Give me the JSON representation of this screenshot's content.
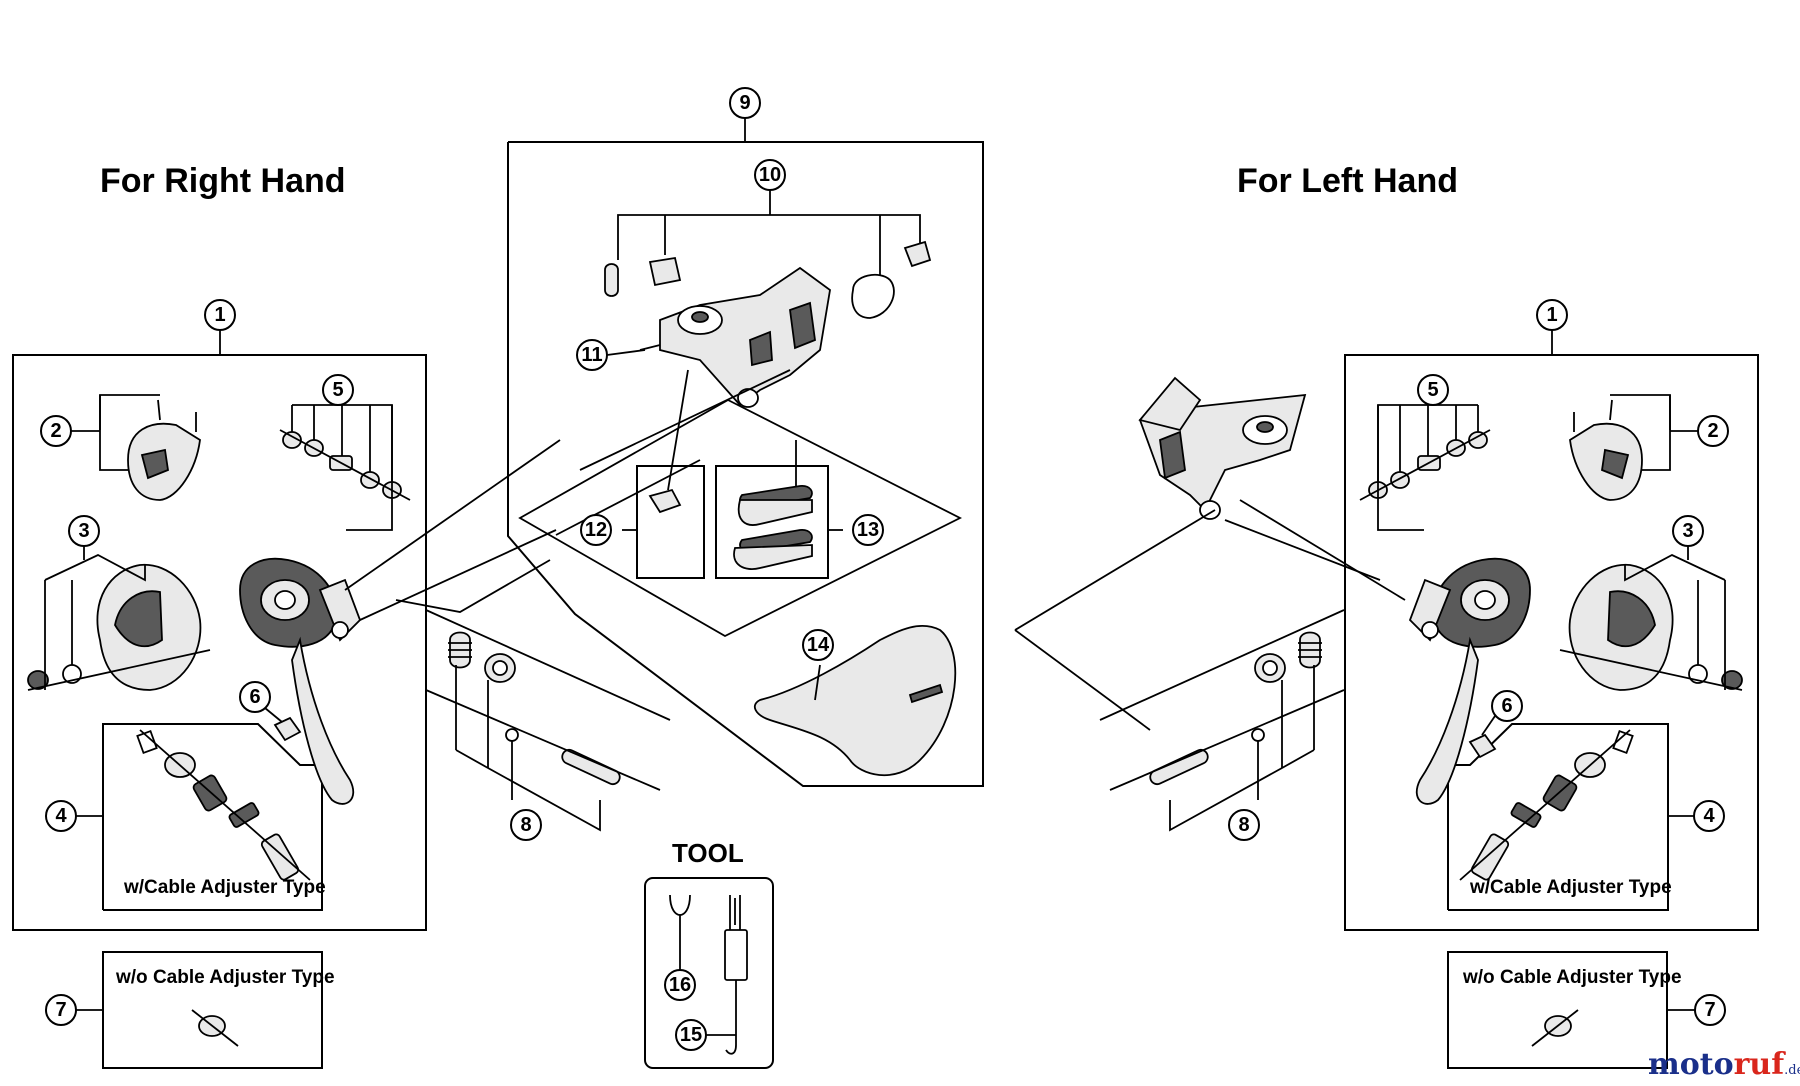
{
  "titles": {
    "right_hand": "For Right Hand",
    "left_hand": "For Left Hand",
    "tool": "TOOL"
  },
  "box_labels": {
    "with_cable_adjuster": "w/Cable Adjuster Type",
    "without_cable_adjuster": "w/o Cable Adjuster Type"
  },
  "callouts": {
    "r1": "1",
    "r2": "2",
    "r3": "3",
    "r4": "4",
    "r5": "5",
    "r6": "6",
    "r7": "7",
    "r8": "8",
    "c9": "9",
    "c10": "10",
    "c11": "11",
    "c12": "12",
    "c13": "13",
    "c14": "14",
    "c15": "15",
    "c16": "16",
    "l1": "1",
    "l2": "2",
    "l3": "3",
    "l4": "4",
    "l5": "5",
    "l6": "6",
    "l7": "7",
    "l8": "8"
  },
  "watermark": {
    "part_a": "moto",
    "part_b": "ruf",
    "suffix": ".de",
    "color_a": "#1a2f8a",
    "color_b": "#d9261c"
  }
}
